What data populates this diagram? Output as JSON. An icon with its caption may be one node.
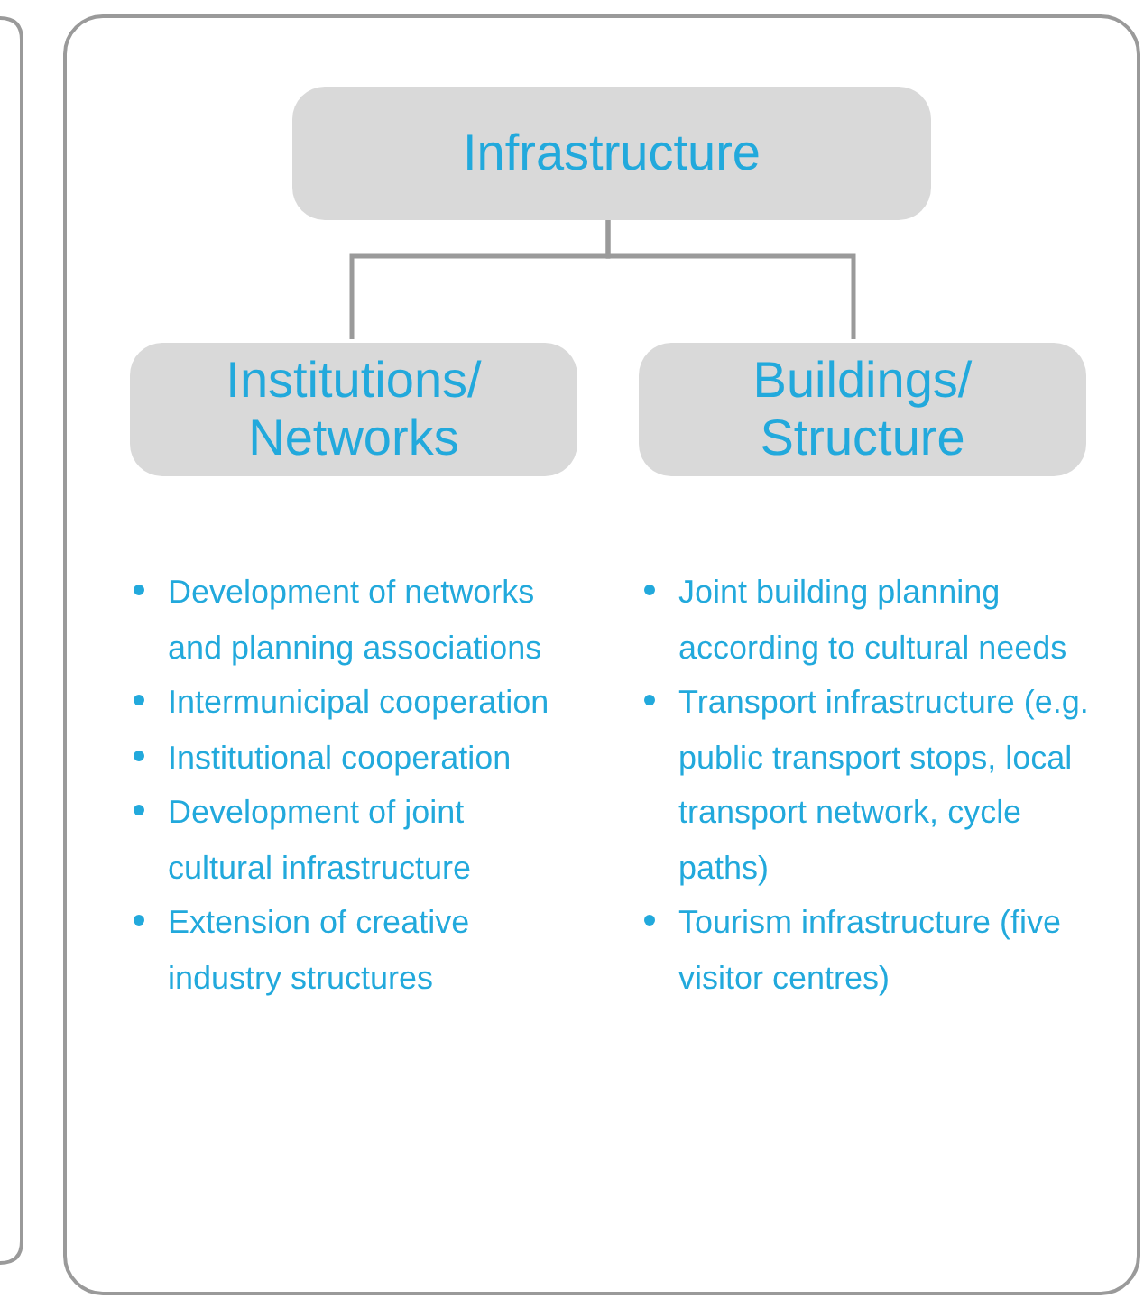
{
  "diagram": {
    "nodes": [
      {
        "text": [],
        "shape": "box"
      },
      {
        "text": [
          "Infrastructure"
        ],
        "in": 0
      },
      {
        "text": [
          "Institutions/ Networks"
        ],
        "in": 0,
        "beside": [
          "Development of networks and planning associations",
          "Intermunicipal cooperation",
          "Institutional cooperation",
          "Development of joint cultural infrastructure",
          "Extension of creative industry structures"
        ]
      },
      {
        "text": [
          "Buildings/ Structure"
        ],
        "in": 0,
        "beside": [
          "Joint building planning according to cultural needs",
          "Transport infrastructure (e.g. public transport stops, local transport network, cycle paths)",
          "Tourism infrastructure (five visitor centres)"
        ]
      }
    ],
    "edges": [
      {
        "from": 1,
        "to": 2,
        "arrow": "none"
      },
      {
        "from": 1,
        "to": 3,
        "arrow": "none"
      }
    ]
  }
}
